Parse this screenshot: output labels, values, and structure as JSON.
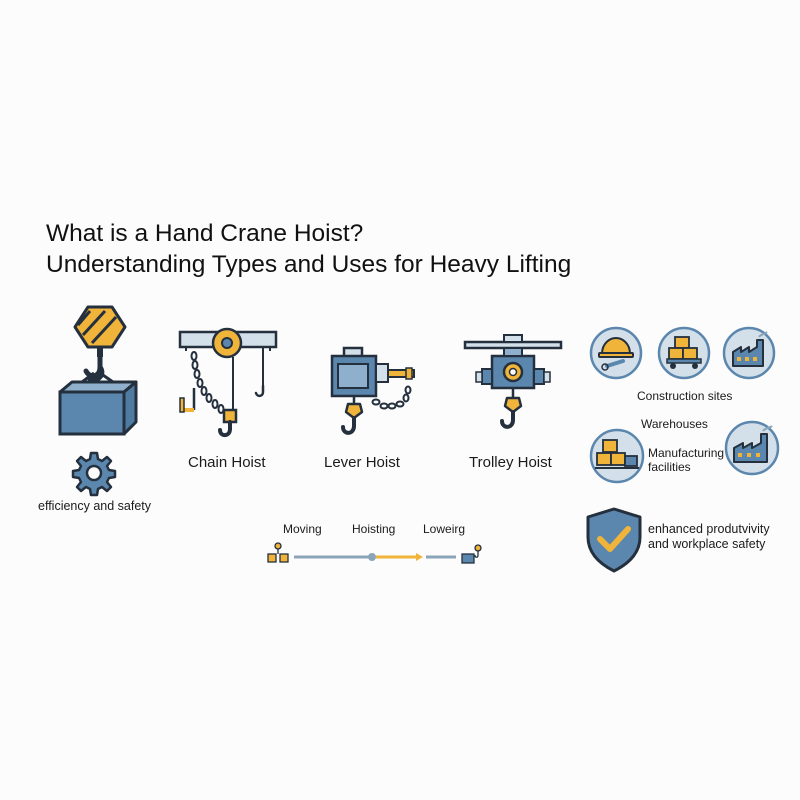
{
  "title": {
    "line1": "What is a Hand Crane Hoist?",
    "line2": "Understanding Types and Uses for Heavy Lifting"
  },
  "left_panel": {
    "caption": "efficiency and safety",
    "icons": [
      "hook-block-icon",
      "load-box-icon",
      "gear-icon"
    ]
  },
  "hoists": [
    {
      "label": "Chain Hoist",
      "icon": "chain-hoist-icon"
    },
    {
      "label": "Lever Hoist",
      "icon": "lever-hoist-icon"
    },
    {
      "label": "Trolley Hoist",
      "icon": "trolley-hoist-icon"
    }
  ],
  "process": {
    "steps": [
      "Moving",
      "Hoisting",
      "Loweirg"
    ]
  },
  "uses": {
    "construction": "Construction sites",
    "warehouses": "Warehouses",
    "manufacturing_line1": "Manufacturing",
    "manufacturing_line2": "facilities"
  },
  "benefit": {
    "line1": "enhanced produtvivity",
    "line2": "and workplace safety"
  },
  "colors": {
    "steel_blue": "#5b86ad",
    "steel_light": "#d3dfe9",
    "yellow": "#f0b43a",
    "dark": "#24303d",
    "line": "#8aa4b8"
  }
}
